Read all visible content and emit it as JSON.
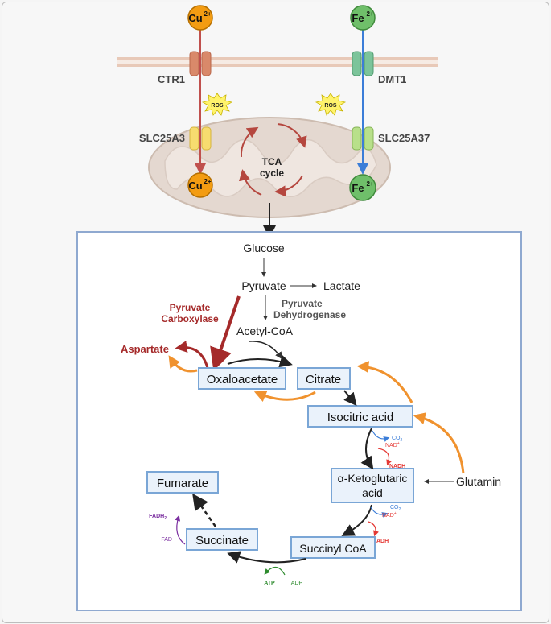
{
  "ions": {
    "cu_top": {
      "label": "Cu",
      "charge": "2+"
    },
    "fe_top": {
      "label": "Fe",
      "charge": "2+"
    },
    "cu_mito": {
      "label": "Cu",
      "charge": "2+"
    },
    "fe_mito": {
      "label": "Fe",
      "charge": "2+"
    }
  },
  "transporters": {
    "ctr1": "CTR1",
    "dmt1": "DMT1",
    "slc25a3": "SLC25A3",
    "slc25a37": "SLC25A37"
  },
  "ros": {
    "left": "ROS",
    "right": "ROS"
  },
  "mito": {
    "tca_line1": "TCA",
    "tca_line2": "cycle"
  },
  "pathway": {
    "glucose": "Glucose",
    "pyruvate": "Pyruvate",
    "lactate": "Lactate",
    "pdh_line1": "Pyruvate",
    "pdh_line2": "Dehydrogenase",
    "pc_line1": "Pyruvate",
    "pc_line2": "Carboxylase",
    "acetyl_coa": "Acetyl-CoA",
    "aspartate": "Aspartate",
    "oxaloacetate": "Oxaloacetate",
    "citrate": "Citrate",
    "isocitric": "Isocitric acid",
    "akg_line1": "α-Ketoglutaric",
    "akg_line2": "acid",
    "glutamin": "Glutamin",
    "succinyl_coa": "Succinyl CoA",
    "succinate": "Succinate",
    "fumarate": "Fumarate",
    "co2_1": "CO",
    "co2_1_sub": "2",
    "nad_1": "NAD",
    "nad_1_sup": "+",
    "nadh_1": "NADH",
    "co2_2": "CO",
    "co2_2_sub": "2",
    "nad_2": "NAD",
    "nad_2_sup": "+",
    "nadh_2": "ADH",
    "fadh2": "FADH",
    "fadh2_sub": "2",
    "fad": "FAD",
    "atp": "ATP",
    "adp": "ADP"
  },
  "colors": {
    "cu": "#f39c12",
    "fe": "#6fbf6a",
    "box_fill": "#eaf2fb",
    "box_stroke": "#7aa6d6",
    "dark_red": "#a52a2a",
    "orange": "#f0922e",
    "blue": "#3b7dd8",
    "red": "#e53935",
    "green": "#2e8b2e",
    "purple": "#7b2fa0"
  }
}
